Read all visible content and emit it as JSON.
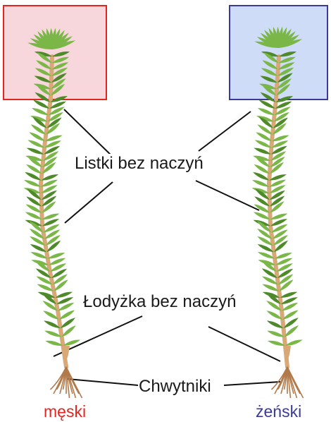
{
  "labels": {
    "leaves": "Listki bez naczyń",
    "stem": "Łodyżka bez naczyń",
    "rhizoids": "Chwytniki",
    "male": "męski",
    "female": "żeński"
  },
  "colors": {
    "male_box_fill": "#f8d7dc",
    "male_box_stroke": "#e52420",
    "female_box_fill": "#cfdcf7",
    "female_box_stroke": "#3a3a9a",
    "male_label": "#e52420",
    "female_label": "#3a3a9a",
    "leaf": "#7ab648",
    "leaf_dark": "#4e8a2a",
    "stem": "#d9a877",
    "rhizoid": "#b27a4a"
  }
}
